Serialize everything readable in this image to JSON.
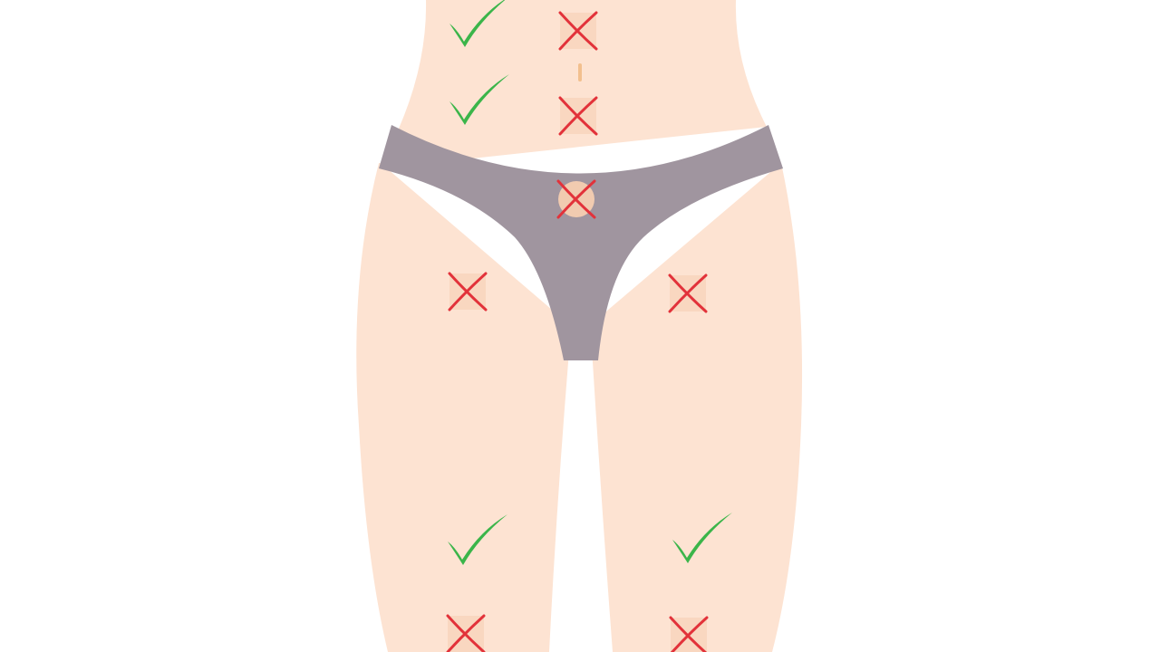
{
  "colors": {
    "background": "#ffffff",
    "skin": "#fde3d2",
    "skin_patch": "#f5cdb1",
    "navel": "#f2c08e",
    "underwear": "#a0959f",
    "check": "#3bb54a",
    "cross": "#e2323a"
  },
  "markers": [
    {
      "id": "abdomen-upper-left",
      "type": "check",
      "icon": "check-icon"
    },
    {
      "id": "abdomen-upper-center",
      "type": "cross",
      "icon": "cross-icon"
    },
    {
      "id": "abdomen-lower-left",
      "type": "check",
      "icon": "check-icon"
    },
    {
      "id": "abdomen-lower-center",
      "type": "cross",
      "icon": "cross-icon"
    },
    {
      "id": "groin-center",
      "type": "cross",
      "icon": "cross-icon"
    },
    {
      "id": "inner-thigh-left",
      "type": "cross",
      "icon": "cross-icon"
    },
    {
      "id": "inner-thigh-right",
      "type": "cross",
      "icon": "cross-icon"
    },
    {
      "id": "lower-thigh-left",
      "type": "check",
      "icon": "check-icon"
    },
    {
      "id": "lower-thigh-right",
      "type": "check",
      "icon": "check-icon"
    },
    {
      "id": "knee-left",
      "type": "cross",
      "icon": "cross-icon"
    },
    {
      "id": "knee-right",
      "type": "cross",
      "icon": "cross-icon"
    }
  ]
}
